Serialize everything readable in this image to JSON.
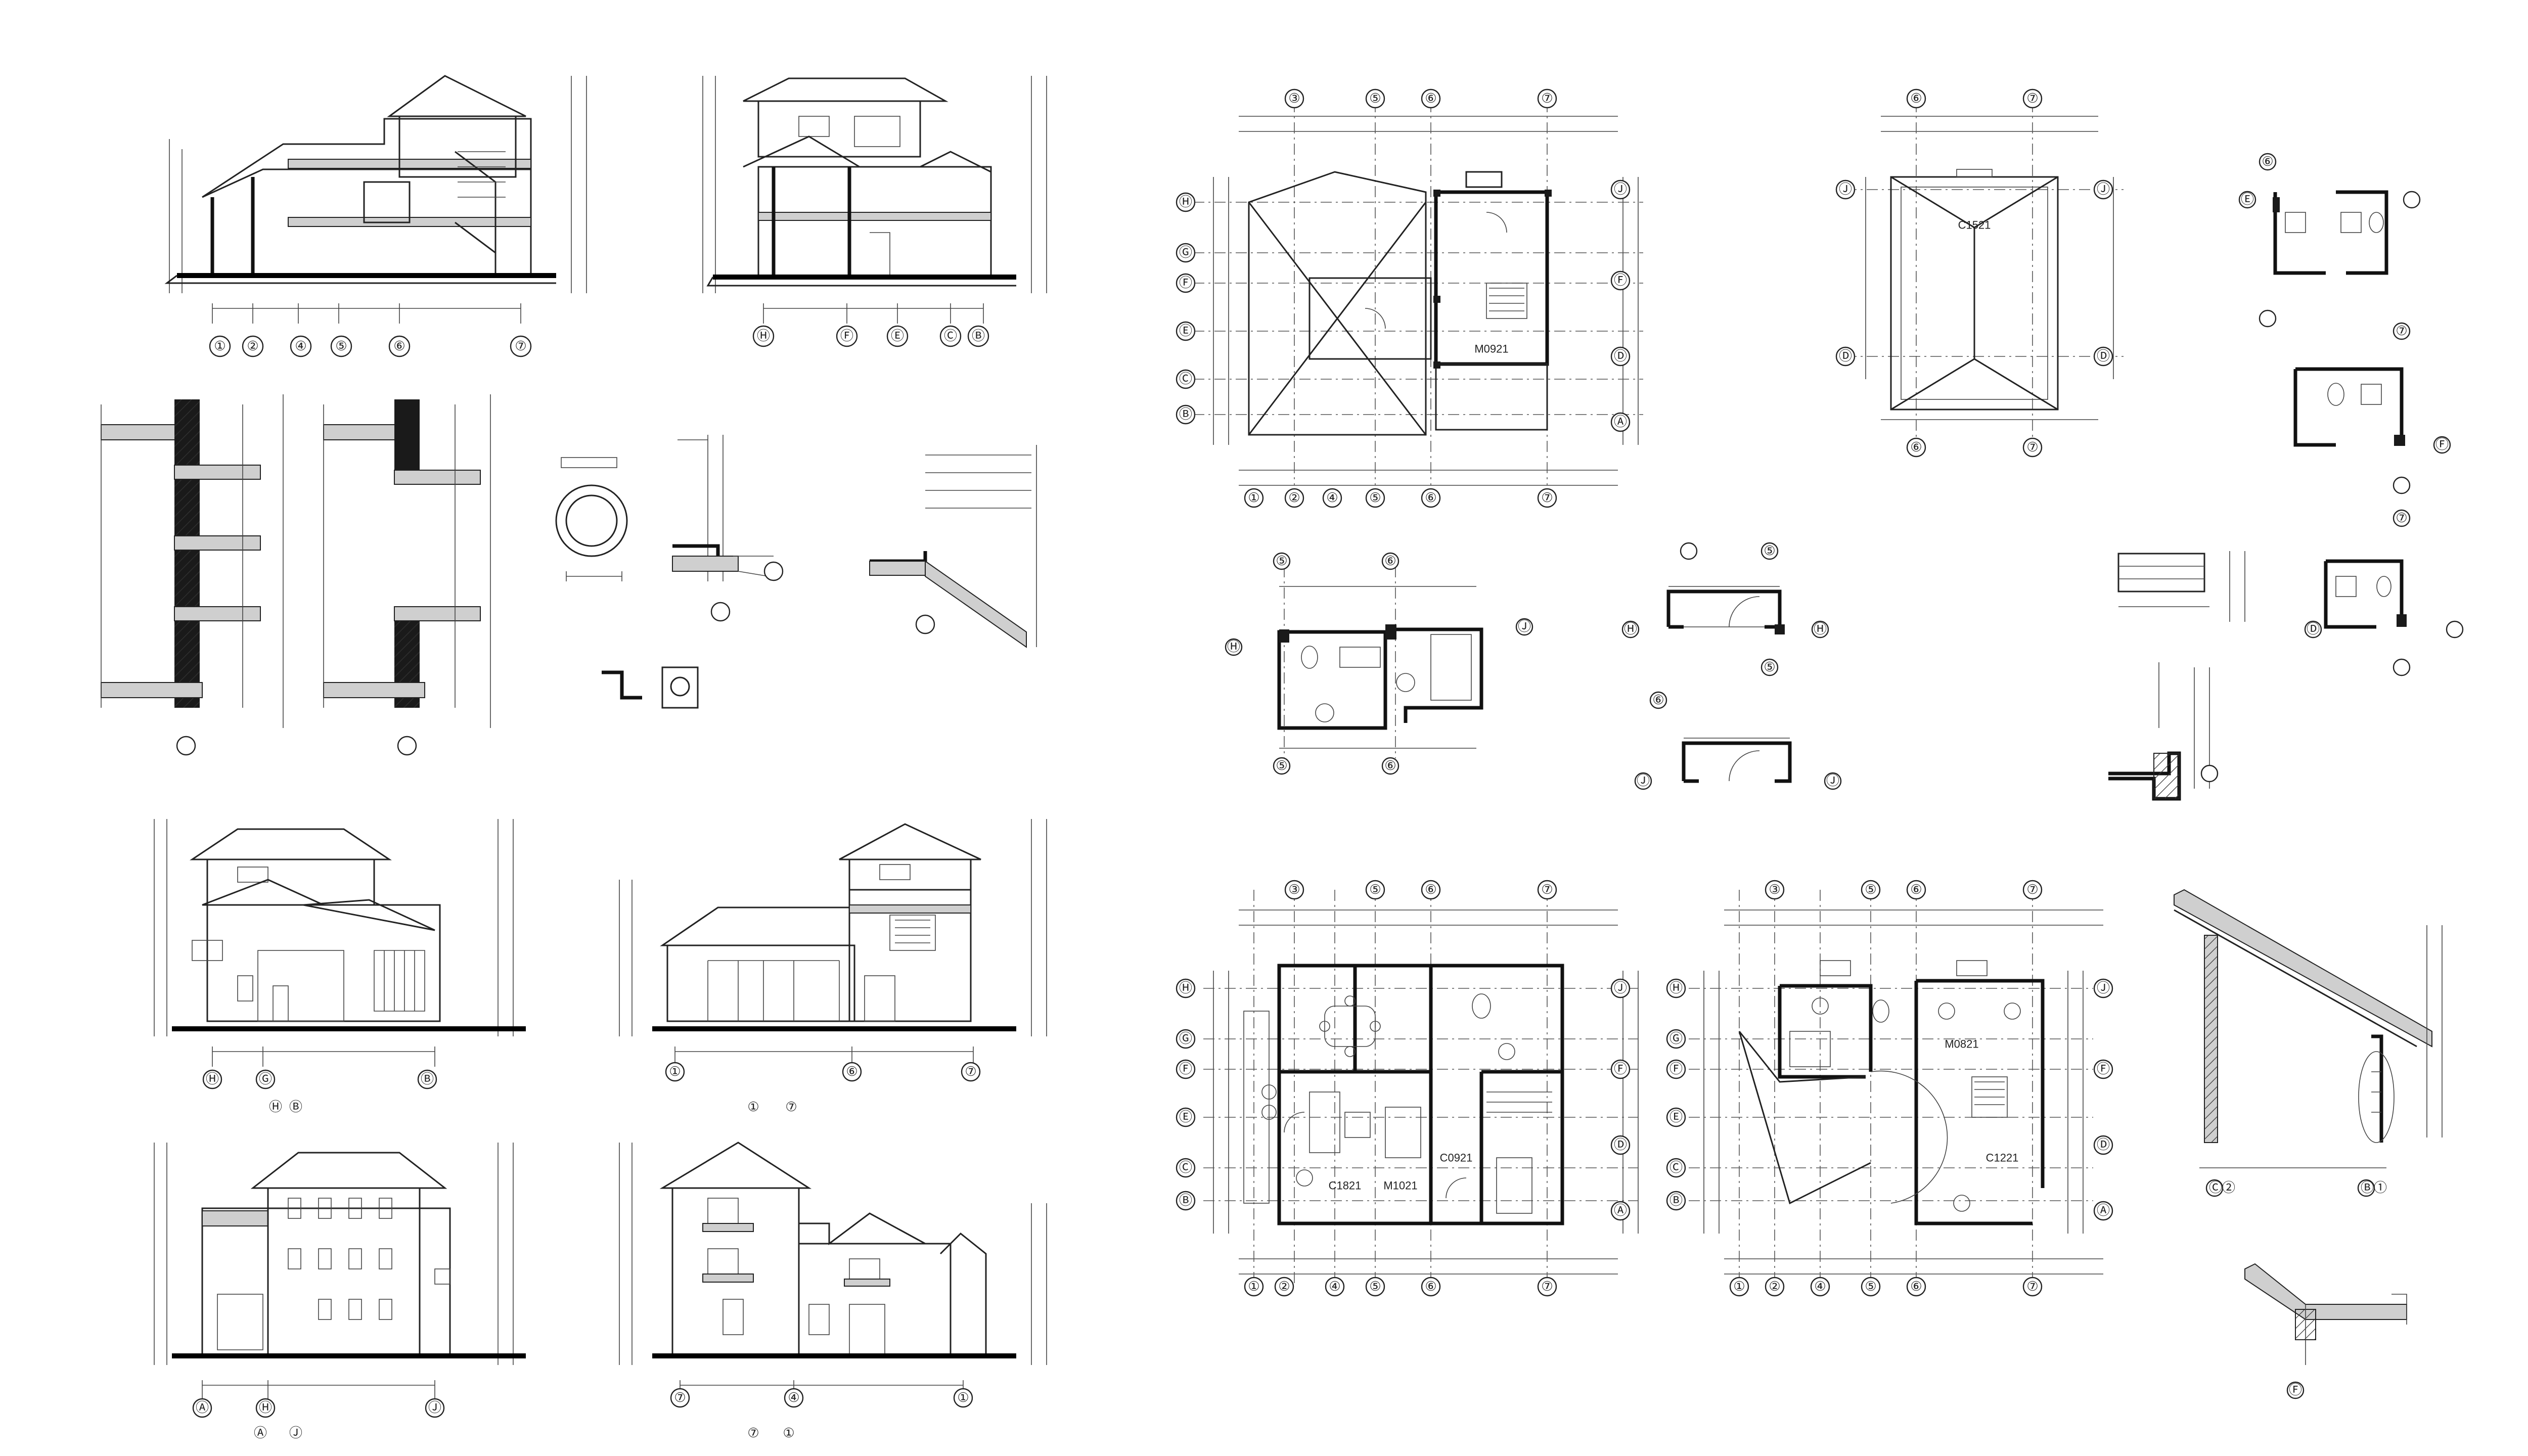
{
  "sheet": {
    "drawings": [
      {
        "id": "section-1-1",
        "type": "section",
        "axes": [
          "①",
          "②",
          "④",
          "⑤",
          "⑥",
          "⑦"
        ]
      },
      {
        "id": "section-2-2",
        "type": "section",
        "axes": [
          "Ⓗ",
          "Ⓕ",
          "Ⓔ",
          "Ⓒ",
          "Ⓑ"
        ]
      },
      {
        "id": "elevation-h-b",
        "type": "elevation",
        "axes": [
          "Ⓗ",
          "Ⓖ",
          "Ⓑ"
        ],
        "caption_axes": [
          "Ⓗ",
          "Ⓑ"
        ]
      },
      {
        "id": "elevation-1-7",
        "type": "elevation",
        "axes": [
          "①",
          "⑥",
          "⑦"
        ],
        "caption_axes": [
          "①",
          "⑦"
        ]
      },
      {
        "id": "elevation-a-j",
        "type": "elevation",
        "axes": [
          "Ⓐ",
          "Ⓗ",
          "Ⓙ"
        ],
        "caption_axes": [
          "Ⓐ",
          "Ⓙ"
        ]
      },
      {
        "id": "elevation-7-1",
        "type": "elevation",
        "axes": [
          "⑦",
          "④",
          "①"
        ],
        "caption_axes": [
          "⑦",
          "①"
        ]
      },
      {
        "id": "upper-floor-plan",
        "type": "plan",
        "top_axes": [
          "③",
          "⑤",
          "⑥",
          "⑦"
        ],
        "bottom_axes": [
          "①",
          "②",
          "④",
          "⑤",
          "⑥",
          "⑦"
        ],
        "left_axes": [
          "Ⓗ",
          "Ⓖ",
          "Ⓕ",
          "Ⓔ",
          "Ⓒ",
          "Ⓑ"
        ],
        "right_axes": [
          "Ⓙ",
          "Ⓕ",
          "Ⓓ",
          "Ⓐ"
        ]
      },
      {
        "id": "roof-plan",
        "type": "plan",
        "top_axes": [
          "⑥",
          "⑦"
        ],
        "bottom_axes": [
          "⑥",
          "⑦"
        ],
        "left_axes": [
          "Ⓙ",
          "Ⓓ"
        ],
        "right_axes": [
          "Ⓙ",
          "Ⓓ"
        ]
      },
      {
        "id": "ground-floor-plan",
        "type": "plan",
        "top_axes": [
          "③",
          "⑤",
          "⑥",
          "⑦"
        ],
        "bottom_axes": [
          "①",
          "②",
          "④",
          "⑤",
          "⑥",
          "⑦"
        ],
        "left_axes": [
          "Ⓗ",
          "Ⓖ",
          "Ⓕ",
          "Ⓔ",
          "Ⓒ",
          "Ⓑ"
        ],
        "right_axes": [
          "Ⓙ",
          "Ⓕ",
          "Ⓓ",
          "Ⓐ"
        ]
      },
      {
        "id": "second-floor-plan",
        "type": "plan",
        "top_axes": [
          "③",
          "⑤",
          "⑥",
          "⑦"
        ],
        "bottom_axes": [
          "①",
          "②",
          "④",
          "⑤",
          "⑥",
          "⑦"
        ],
        "left_axes": [
          "Ⓗ",
          "Ⓖ",
          "Ⓕ",
          "Ⓔ",
          "Ⓒ",
          "Ⓑ"
        ],
        "right_axes": [
          "Ⓙ",
          "Ⓕ",
          "Ⓓ",
          "Ⓐ"
        ]
      },
      {
        "id": "bathroom-detail-1",
        "type": "detail",
        "axes": [
          "⑤",
          "⑥",
          "Ⓗ",
          "Ⓙ"
        ]
      },
      {
        "id": "balcony-detail-1",
        "type": "detail",
        "axes": [
          "⑤",
          "Ⓗ"
        ]
      },
      {
        "id": "balcony-detail-2",
        "type": "detail",
        "axes": [
          "⑥",
          "Ⓙ"
        ]
      },
      {
        "id": "toilet-detail-1",
        "type": "detail",
        "axes": [
          "⑥",
          "Ⓔ"
        ]
      },
      {
        "id": "toilet-detail-2",
        "type": "detail",
        "axes": [
          "⑦",
          "Ⓕ"
        ]
      },
      {
        "id": "toilet-detail-3",
        "type": "detail",
        "axes": [
          "⑦",
          "Ⓓ"
        ]
      },
      {
        "id": "roof-eave-section",
        "type": "detail",
        "axes": [
          "Ⓒ②",
          "Ⓑ①"
        ]
      },
      {
        "id": "eave-detail",
        "type": "detail",
        "axes": [
          "Ⓕ"
        ]
      }
    ],
    "room_tags": [
      "M0921",
      "C1521",
      "C1821",
      "M1021",
      "C0921",
      "M0821",
      "C1221"
    ],
    "line_color": "#222222",
    "background": "#ffffff"
  }
}
